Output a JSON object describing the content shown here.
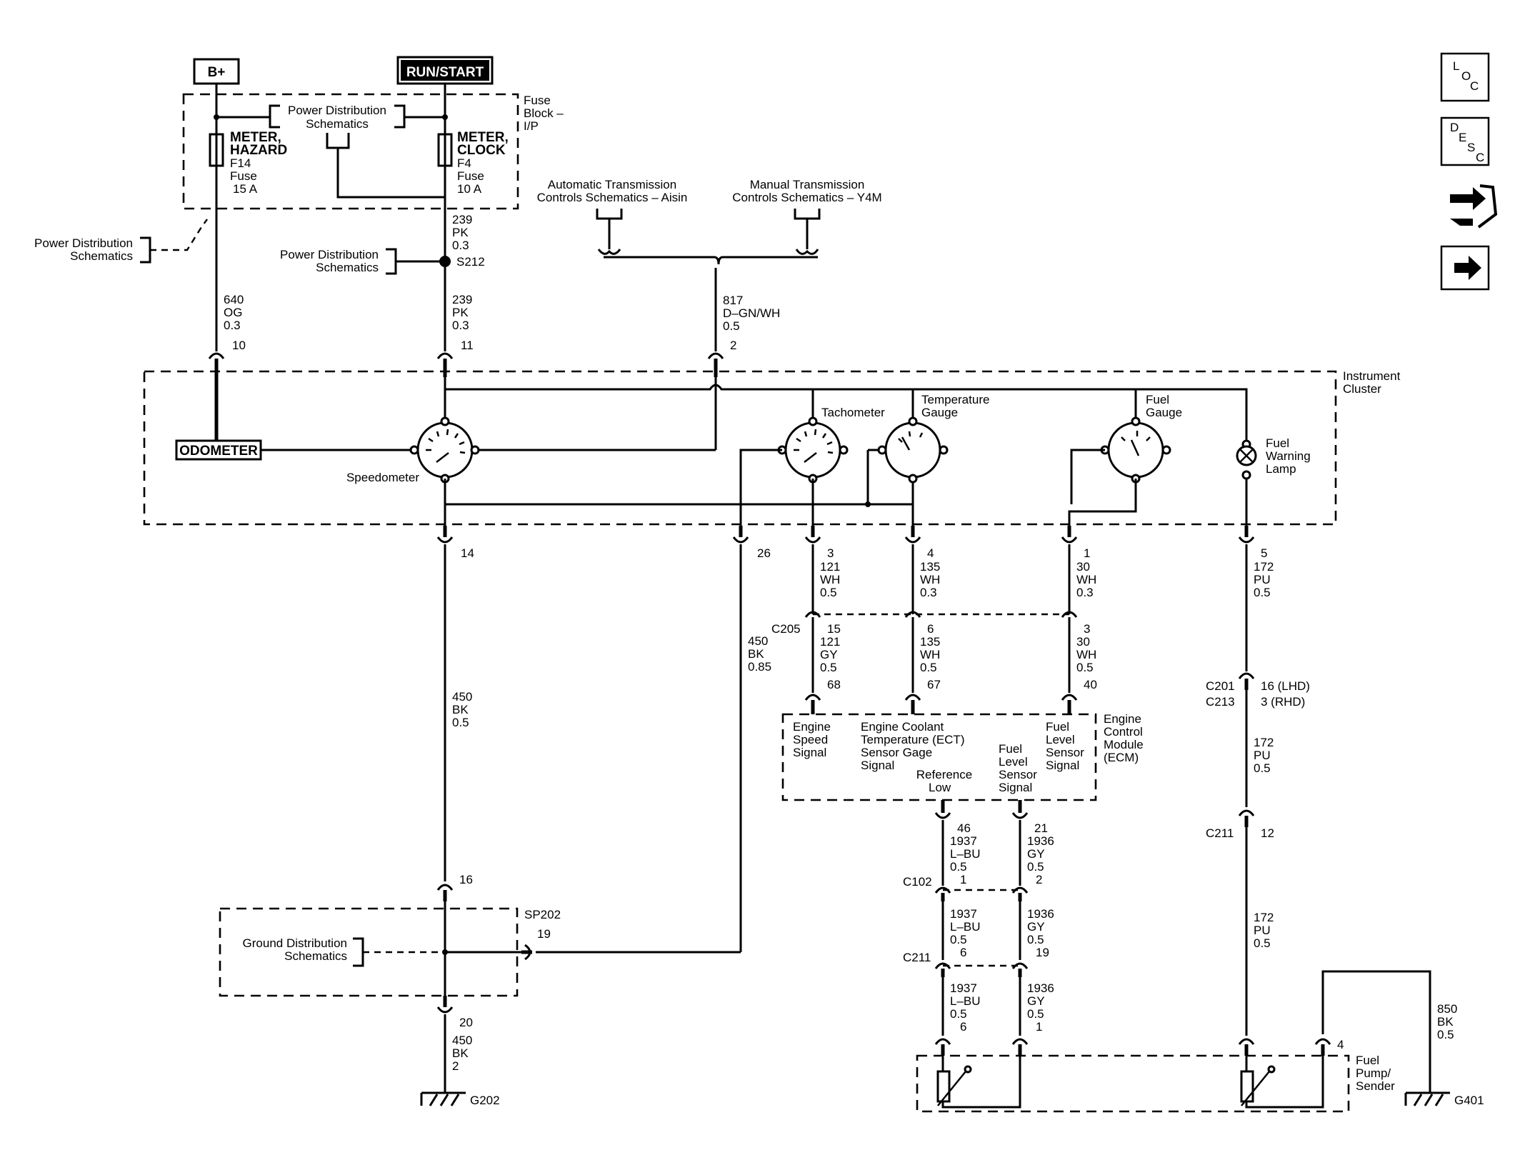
{
  "sources": {
    "bplus": "B+",
    "runstart": "RUN/START"
  },
  "fuse_block": {
    "label": [
      "Fuse",
      "Block –",
      "I/P"
    ],
    "pds": [
      "Power Distribution",
      "Schematics"
    ],
    "f14": [
      "METER,",
      "HAZARD",
      "F14",
      "Fuse",
      "15 A"
    ],
    "f4": [
      "METER,",
      "CLOCK",
      "F4",
      "Fuse",
      "10 A"
    ]
  },
  "pds_left": [
    "Power Distribution",
    "Schematics"
  ],
  "pds_s212": [
    "Power Distribution",
    "Schematics"
  ],
  "splice_s212": "S212",
  "wire_239_top": [
    "239",
    "PK",
    "0.3"
  ],
  "wire_239_bot": [
    "239",
    "PK",
    "0.3"
  ],
  "wire_640": [
    "640",
    "OG",
    "0.3"
  ],
  "trans_auto": [
    "Automatic Transmission",
    "Controls Schematics – Aisin"
  ],
  "trans_manual": [
    "Manual Transmission",
    "Controls Schematics – Y4M"
  ],
  "wire_817": [
    "817",
    "D–GN/WH",
    "0.5"
  ],
  "cluster_pins_top": {
    "p10": "10",
    "p11": "11",
    "p2": "2"
  },
  "cluster": {
    "label": [
      "Instrument",
      "Cluster"
    ],
    "odometer": "ODOMETER",
    "speedometer": "Speedometer",
    "tachometer": "Tachometer",
    "temperature": [
      "Temperature",
      "Gauge"
    ],
    "fuel_gauge": [
      "Fuel",
      "Gauge"
    ],
    "fuel_lamp": [
      "Fuel",
      "Warning",
      "Lamp"
    ]
  },
  "cluster_pins_bottom": {
    "p14": "14",
    "p26": "26",
    "p3": "3",
    "p4": "4",
    "p1": "1",
    "p5": "5"
  },
  "wire_121_wh": [
    "121",
    "WH",
    "0.5"
  ],
  "wire_135_wh": [
    "135",
    "WH",
    "0.3"
  ],
  "wire_30_wh": [
    "30",
    "WH",
    "0.3"
  ],
  "wire_172_top": [
    "172",
    "PU",
    "0.5"
  ],
  "c205": {
    "label": "C205",
    "p15": "15",
    "p6": "6",
    "p3": "3"
  },
  "wire_121_gy": [
    "121",
    "GY",
    "0.5"
  ],
  "wire_135_wh2": [
    "135",
    "WH",
    "0.5"
  ],
  "wire_30_wh2": [
    "30",
    "WH",
    "0.5"
  ],
  "ecm_pins": {
    "p68": "68",
    "p67": "67",
    "p40": "40"
  },
  "wire_450_085": [
    "450",
    "BK",
    "0.85"
  ],
  "wire_450_05": [
    "450",
    "BK",
    "0.5"
  ],
  "ecm": {
    "label": [
      "Engine",
      "Control",
      "Module",
      "(ECM)"
    ],
    "speed": [
      "Engine",
      "Speed",
      "Signal"
    ],
    "ect": [
      "Engine Coolant",
      "Temperature (ECT)",
      "Sensor Gage",
      "Signal"
    ],
    "ref_low": [
      "Reference",
      "Low"
    ],
    "fuel_sensor": [
      "Fuel",
      "Level",
      "Sensor",
      "Signal"
    ],
    "fuel_sensor2": [
      "Fuel",
      "Level",
      "Sensor",
      "Signal"
    ]
  },
  "c201": {
    "c201": "C201",
    "c213": "C213",
    "lhd": "16 (LHD)",
    "rhd": "3 (RHD)"
  },
  "wire_172_mid": [
    "172",
    "PU",
    "0.5"
  ],
  "c211_right": {
    "label": "C211",
    "pin": "12"
  },
  "wire_172_low": [
    "172",
    "PU",
    "0.5"
  ],
  "ecm_out": {
    "p46": "46",
    "p21": "21"
  },
  "wire_1937_a": [
    "1937",
    "L–BU",
    "0.5",
    "1"
  ],
  "wire_1936_a": [
    "1936",
    "GY",
    "0.5",
    "2"
  ],
  "c102": "C102",
  "wire_1937_b": [
    "1937",
    "L–BU",
    "0.5",
    "6"
  ],
  "wire_1936_b": [
    "1936",
    "GY",
    "0.5",
    "19"
  ],
  "c211_left": "C211",
  "wire_1937_c": [
    "1937",
    "L–BU",
    "0.5",
    "6"
  ],
  "wire_1936_c": [
    "1936",
    "GY",
    "0.5",
    "1"
  ],
  "pin16": "16",
  "sp202": {
    "label": "SP202",
    "gds": [
      "Ground Distribution",
      "Schematics"
    ],
    "p19": "19"
  },
  "pin20": "20",
  "wire_450_2": [
    "450",
    "BK",
    "2"
  ],
  "g202": "G202",
  "fuel_pump": {
    "label": [
      "Fuel",
      "Pump/",
      "Sender"
    ],
    "p4": "4"
  },
  "wire_850": [
    "850",
    "BK",
    "0.5"
  ],
  "g401": "G401",
  "side_buttons": [
    "loc-button",
    "desc-button",
    "connector-view-button",
    "next-arrow-button"
  ]
}
